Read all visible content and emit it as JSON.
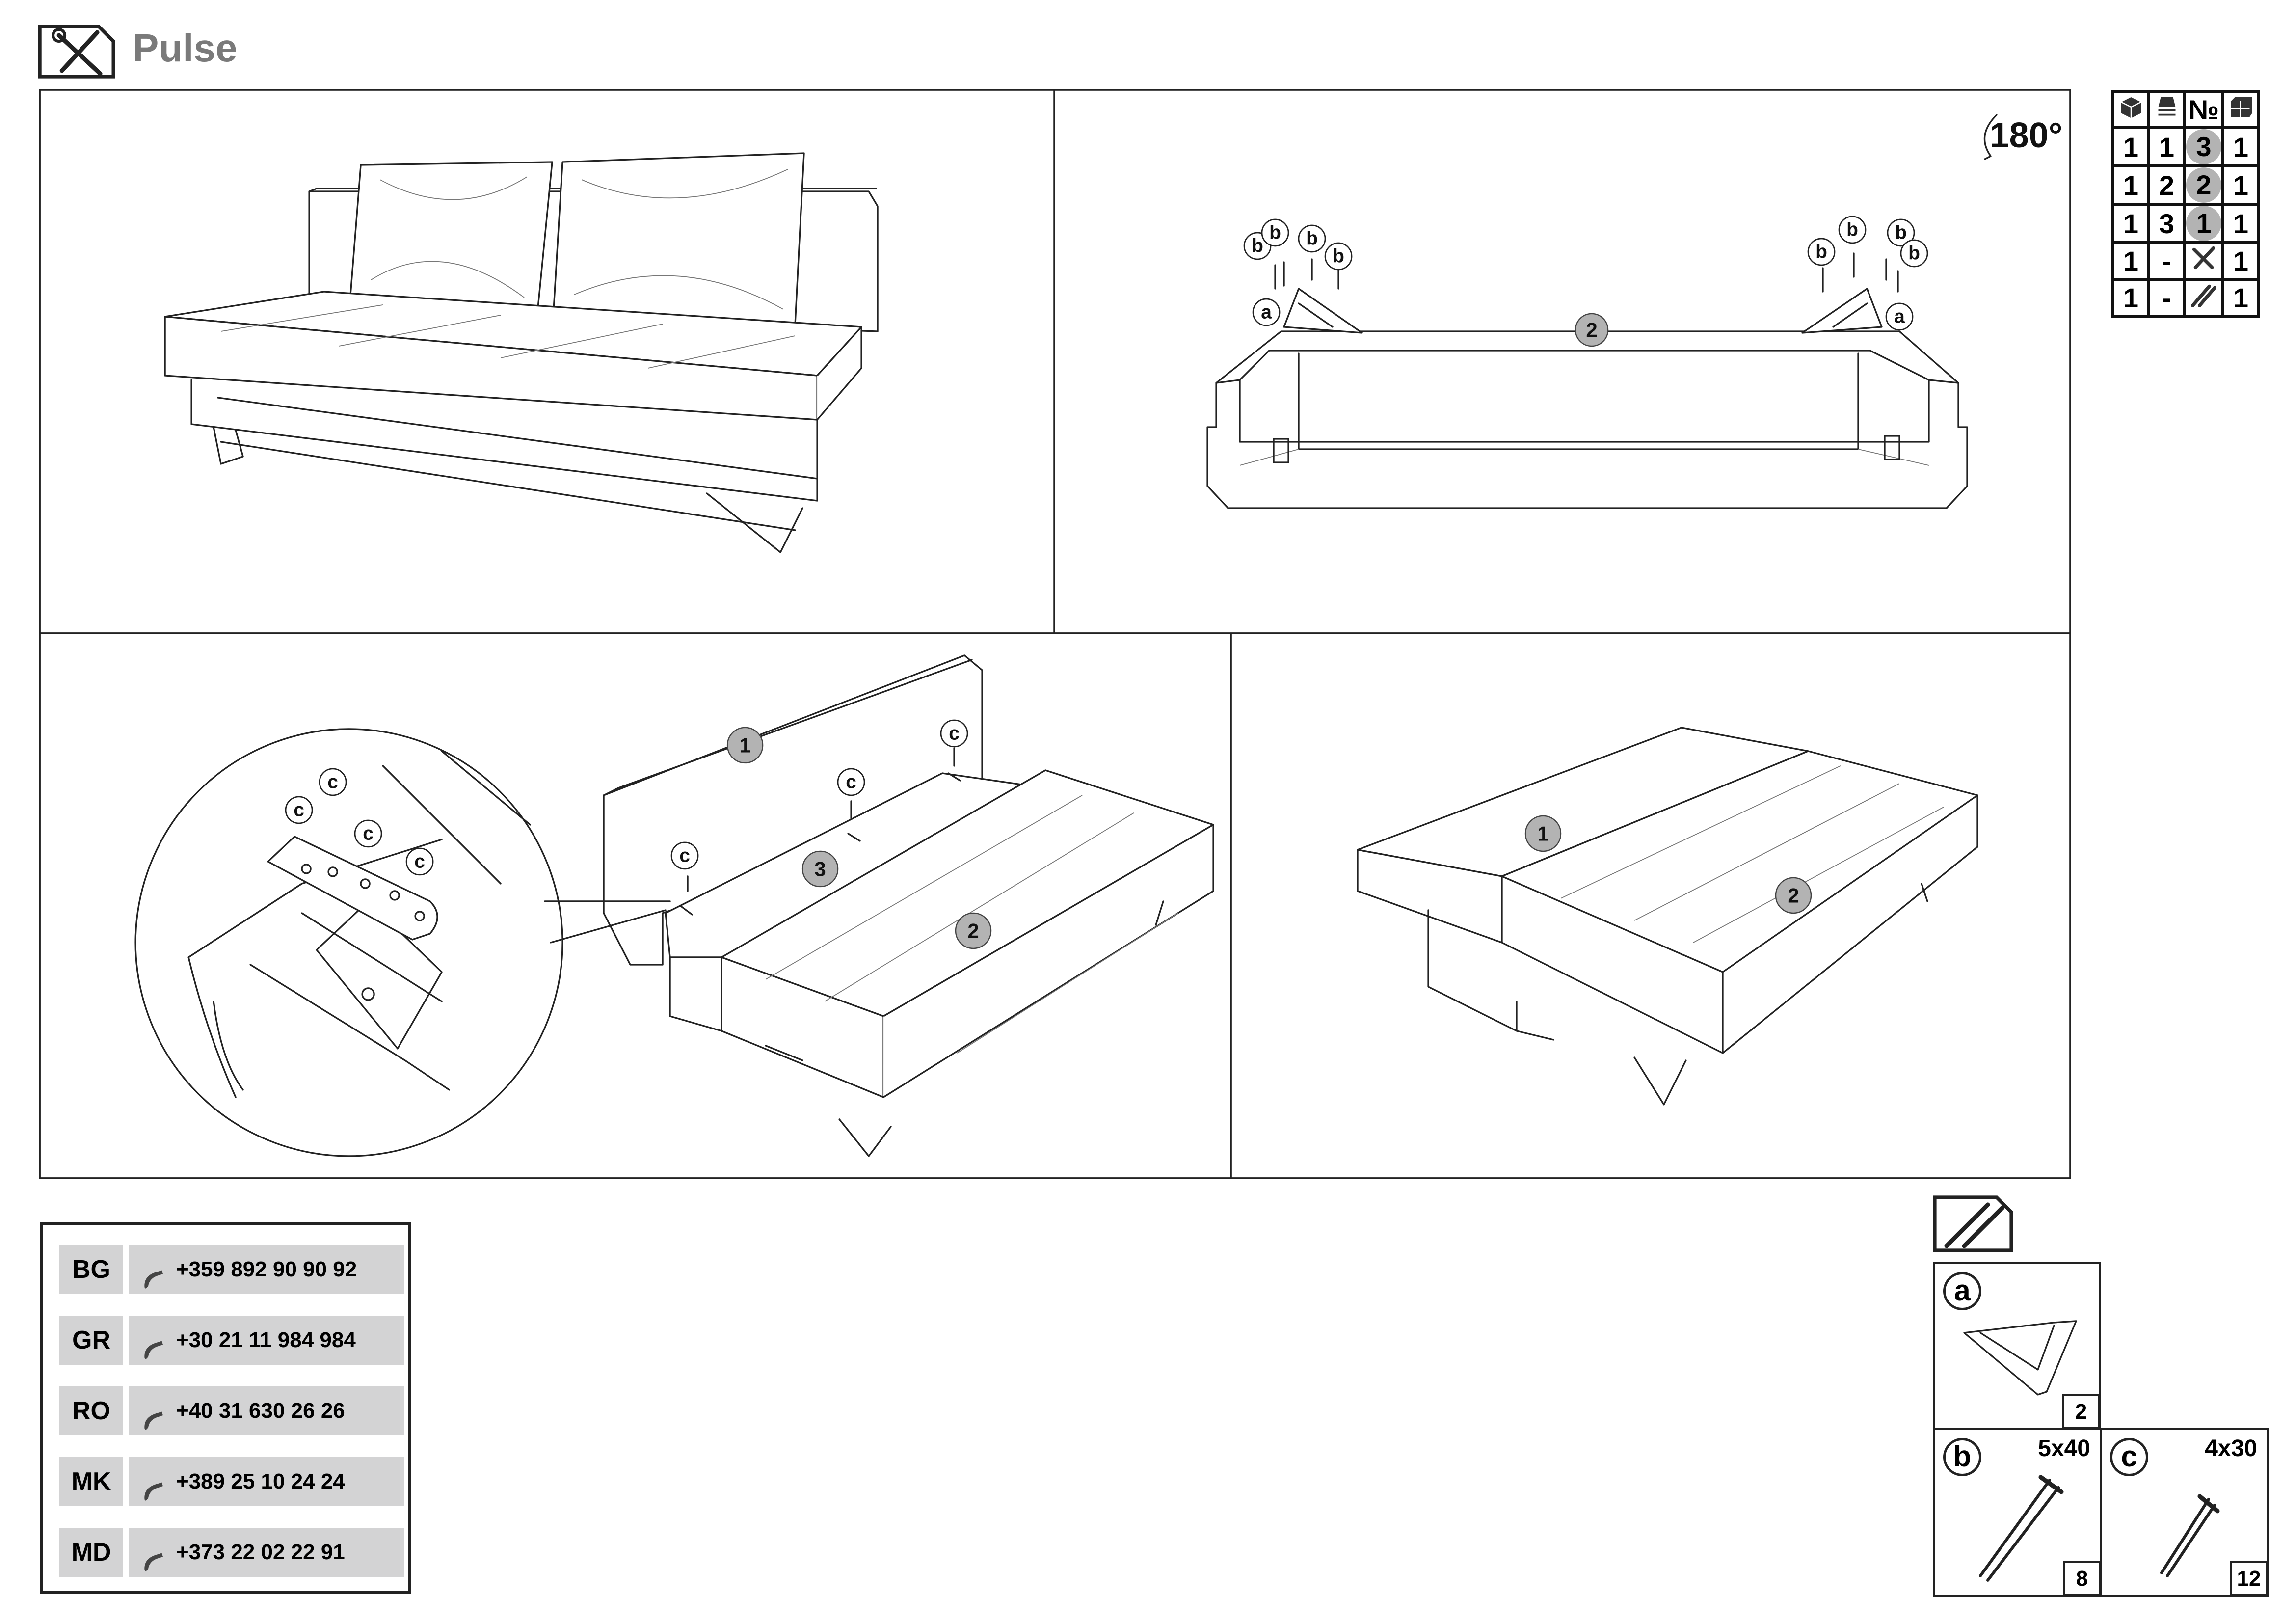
{
  "header": {
    "title": "Pulse",
    "icon": "tools-icon"
  },
  "steps": {
    "rotate_label": "180°",
    "step2": {
      "callouts": {
        "part2": "2",
        "a_left": "a",
        "a_right": "a",
        "b": "b"
      }
    },
    "step3": {
      "callouts": {
        "part1": "1",
        "part2": "2",
        "part3": "3",
        "c": "c"
      }
    },
    "step4": {
      "callouts": {
        "part1": "1",
        "part2": "2"
      }
    }
  },
  "package_table": {
    "headers": [
      "box-icon",
      "layers-icon",
      "№",
      "box-numbers-icon"
    ],
    "header_no": "№",
    "rows": [
      {
        "c1": "1",
        "c2": "1",
        "c3": "3",
        "c4": "1"
      },
      {
        "c1": "1",
        "c2": "2",
        "c3": "2",
        "c4": "1"
      },
      {
        "c1": "1",
        "c2": "3",
        "c3": "1",
        "c4": "1"
      },
      {
        "c1": "1",
        "c2": "-",
        "c3": "tools-icon",
        "c4": "1"
      },
      {
        "c1": "1",
        "c2": "-",
        "c3": "screws-icon",
        "c4": "1"
      }
    ]
  },
  "contacts": [
    {
      "country": "BG",
      "phone": "+359 892 90 90 92"
    },
    {
      "country": "GR",
      "phone": "+30 21 11 984 984"
    },
    {
      "country": "RO",
      "phone": "+40 31 630 26 26"
    },
    {
      "country": "MK",
      "phone": "+389 25 10 24 24"
    },
    {
      "country": "MD",
      "phone": "+373 22 02 22 91"
    }
  ],
  "parts": {
    "icon": "screws-icon",
    "a": {
      "label": "a",
      "count": "2"
    },
    "b": {
      "label": "b",
      "size": "5x40",
      "count": "8"
    },
    "c": {
      "label": "c",
      "size": "4x30",
      "count": "12"
    }
  }
}
